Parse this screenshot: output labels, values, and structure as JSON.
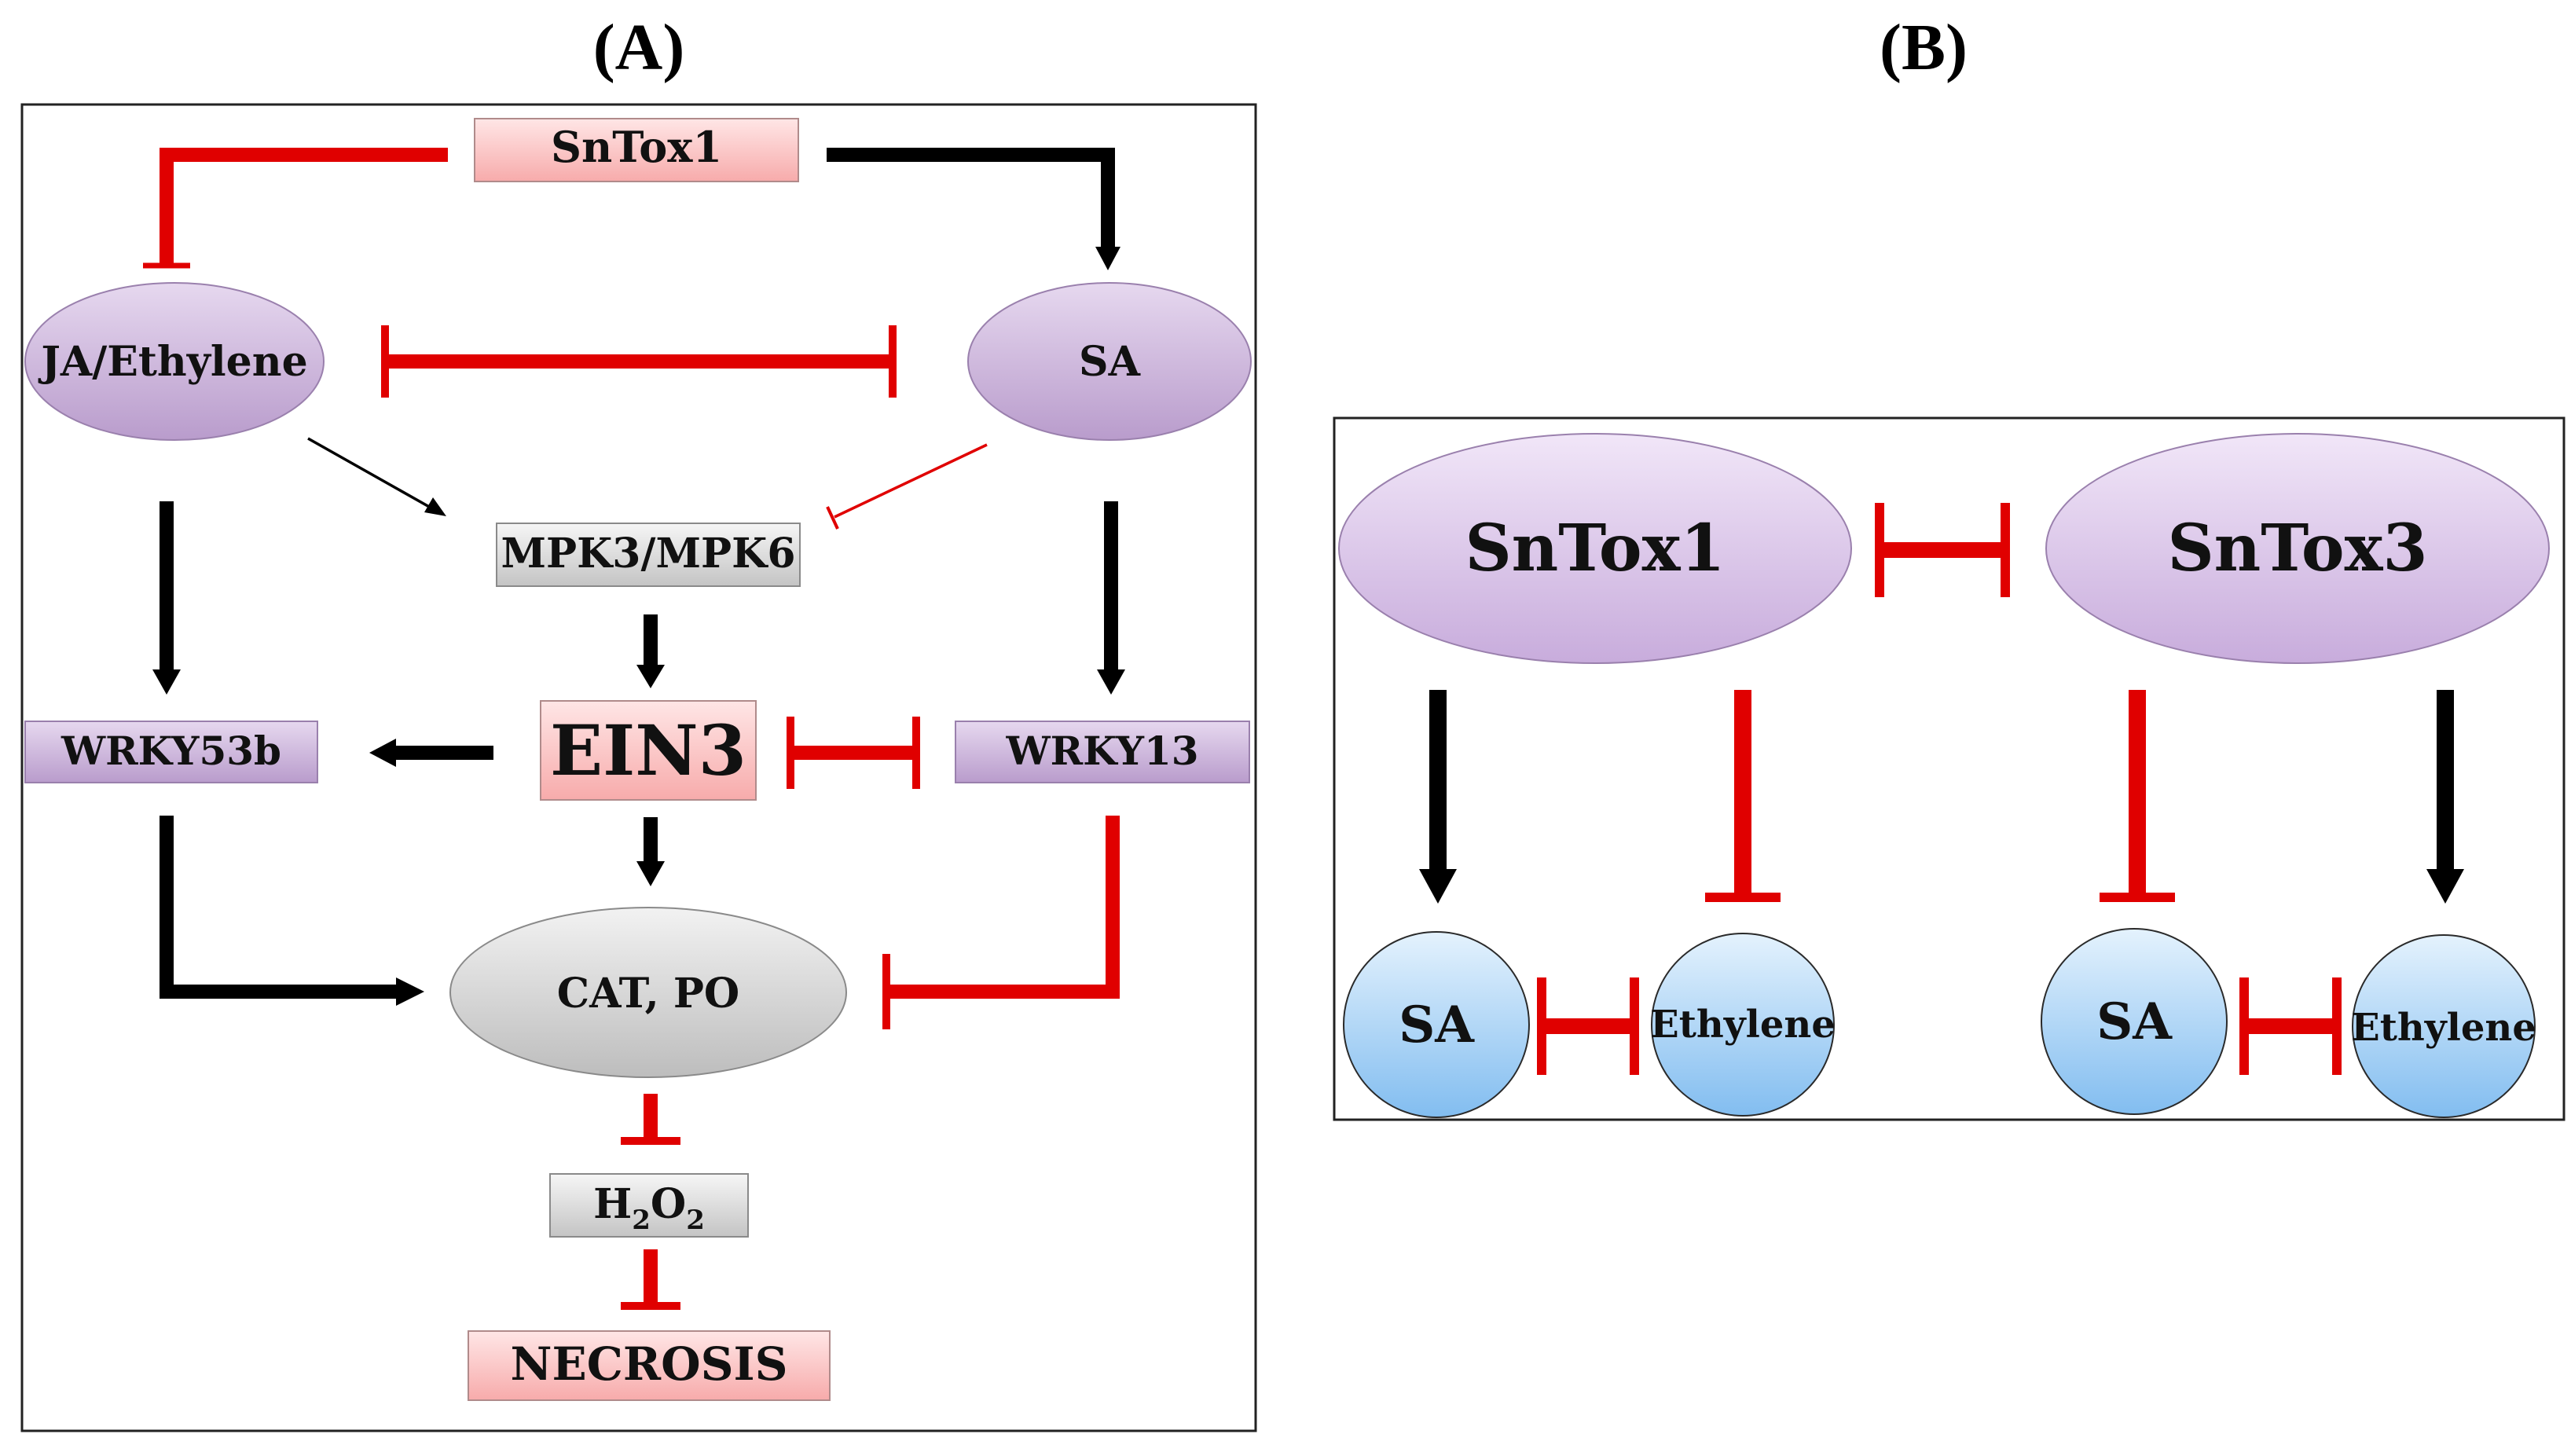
{
  "panel_a": {
    "title": "(A)",
    "nodes": {
      "sntox1": "SnTox1",
      "ja_ethylene": "JA/Ethylene",
      "sa": "SA",
      "mpk": "MPK3/MPK6",
      "ein3": "EIN3",
      "wrky53b": "WRKY53b",
      "wrky13": "WRKY13",
      "cat_po": "CAT, PO",
      "h2o2": {
        "h": "H",
        "sub1": "2",
        "o": "O",
        "sub2": "2"
      },
      "necrosis": "NECROSIS"
    }
  },
  "panel_b": {
    "title": "(B)",
    "nodes": {
      "sntox1": "SnTox1",
      "sntox3": "SnTox3",
      "sa_left": "SA",
      "ethylene_left": "Ethylene",
      "sa_right": "SA",
      "ethylene_right": "Ethylene"
    }
  },
  "colors": {
    "activation": "#000000",
    "inhibition": "#e00000",
    "purple_node": "#c3a8d2",
    "pink_node": "#fbc9c9",
    "gray_node": "#dcdcdc",
    "blue_node": "#9ccaf2"
  }
}
